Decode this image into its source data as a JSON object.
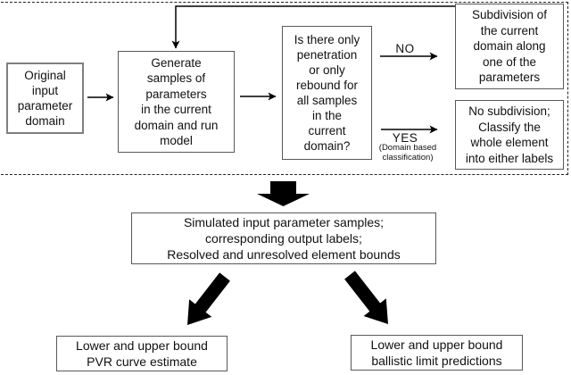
{
  "flowchart": {
    "nodes": {
      "original_input": "Original\ninput\nparameter\ndomain",
      "generate_samples": "Generate\nsamples of\nparameters\nin the current\ndomain and run\nmodel",
      "decision": "Is there only\npenetration\nor only\nrebound for\nall samples\nin the\ncurrent\ndomain?",
      "subdivision": "Subdivision of\nthe current\ndomain along\none of the\nparameters",
      "no_subdivision": "No subdivision;\nClassify the\nwhole element\ninto either labels",
      "simulated_outputs": "Simulated input parameter samples;\ncorresponding output labels;\nResolved and unresolved element bounds",
      "pvr_estimate": "Lower and upper bound\nPVR curve estimate",
      "ballistic_limit": "Lower and upper bound\nballistic limit predictions"
    },
    "edge_labels": {
      "no": "NO",
      "yes": "YES",
      "yes_note": "(Domain based\nclassification)"
    },
    "colors": {
      "background": "#ffffff",
      "box_border": "#595959",
      "original_box_border": "#808080",
      "dashed_border": "#222222",
      "arrow": "#000000",
      "text": "#111111"
    }
  }
}
